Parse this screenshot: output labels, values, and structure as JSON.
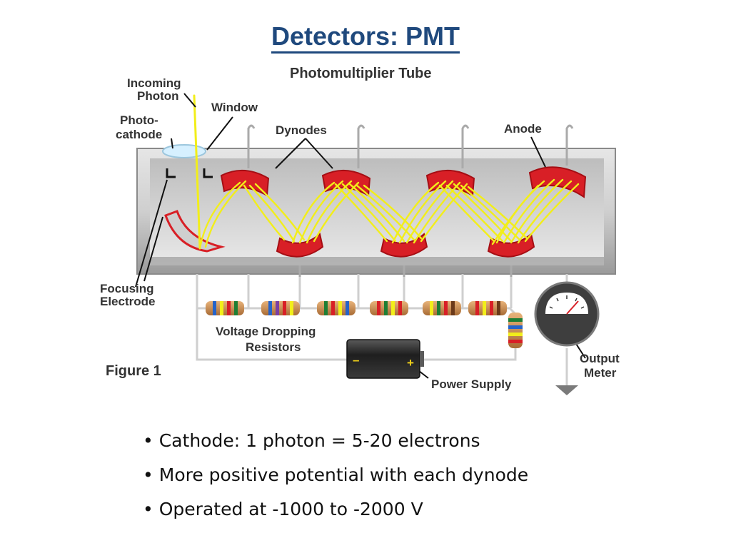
{
  "slide": {
    "title": "Detectors: PMT",
    "bullets": [
      "Cathode: 1 photon = 5-20 electrons",
      "More positive potential with each dynode",
      "Operated at -1000 to -2000 V"
    ]
  },
  "figure": {
    "title": "Photomultiplier Tube",
    "caption": "Figure 1",
    "labels": {
      "incoming_photon_1": "Incoming",
      "incoming_photon_2": "Photon",
      "window": "Window",
      "photocathode_1": "Photo-",
      "photocathode_2": "cathode",
      "dynodes": "Dynodes",
      "anode": "Anode",
      "focusing_electrode_1": "Focusing",
      "focusing_electrode_2": "Electrode",
      "voltage_dropping_1": "Voltage Dropping",
      "voltage_dropping_2": "Resistors",
      "power_supply": "Power Supply",
      "output_meter_1": "Output",
      "output_meter_2": "Meter",
      "battery_minus": "–",
      "battery_plus": "+"
    }
  },
  "colors": {
    "title": "#1f497d",
    "electron_beam": "#f2ee1a",
    "dynode": "#d81f26",
    "tube": "#c8c8c8"
  }
}
